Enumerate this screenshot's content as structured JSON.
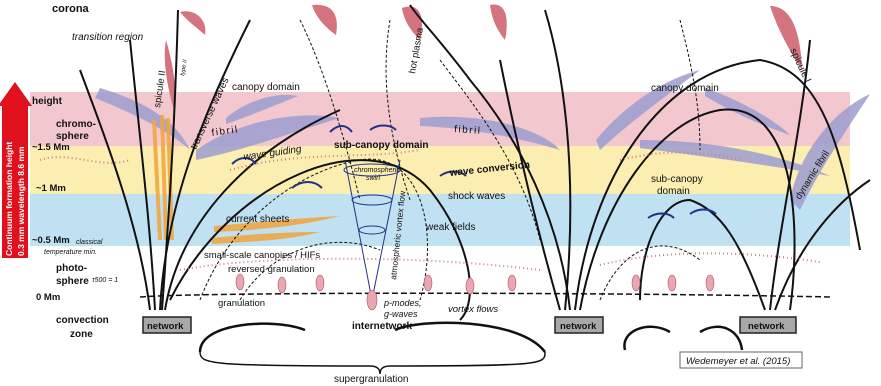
{
  "layers": {
    "corona": "corona",
    "transition_region": "transition region",
    "height": "height",
    "chromosphere_1": "chromo-",
    "chromosphere_2": "sphere",
    "photosphere_1": "photo-",
    "photosphere_2": "sphere",
    "convection_1": "convection",
    "convection_2": "zone"
  },
  "heights": {
    "h15": "~1.5 Mm",
    "h10": "~1 Mm",
    "h05": "~0.5 Mm",
    "h00": "0 Mm",
    "temp_min_1": "classical",
    "temp_min_2": "temperature min.",
    "tau500": "τ500 = 1"
  },
  "axis": {
    "line1": "Continuum formation height",
    "line2": "0.3 mm  wavelength  8.6 mm"
  },
  "structures": {
    "spicule2": "spicule II",
    "type2_note": "type II",
    "transverse_waves": "transverse waves",
    "canopy_domain_left": "canopy domain",
    "canopy_domain_right": "canopy domain",
    "hot_plasma": "hot plasma",
    "spicule1": "spicule I",
    "fibril_left": "fibril",
    "fibril_mid": "fibril",
    "dynamic_fibril": "dynamic fibril",
    "wave_guiding": "wave guiding",
    "sub_canopy_domain": "sub-canopy domain",
    "sub_canopy_right_1": "sub-canopy",
    "sub_canopy_right_2": "domain",
    "chromospheric_swirl_1": "chromospheric",
    "chromospheric_swirl_2": "swirl",
    "atmospheric_vortex_flow": "atmospheric vortex flow",
    "wave_conversion": "wave conversion",
    "shock_waves": "shock waves",
    "current_sheets": "current sheets",
    "weak_fields": "weak fields",
    "small_scale_canopies": "small-scale canopies / HIFs",
    "reversed_granulation": "reversed granulation",
    "granulation": "granulation",
    "p_modes_1": "p-modes,",
    "p_modes_2": "g-waves",
    "vortex_flows": "vortex flows",
    "internetwork": "internetwork",
    "supergranulation": "supergranulation"
  },
  "network_boxes": [
    "network",
    "network",
    "network"
  ],
  "credit": "Wedemeyer et al. (2015)",
  "colors": {
    "chromosphere_band": "#f2c8ce",
    "yellow_band": "#fbeeb0",
    "blue_band": "#bfe1f2",
    "spicule_red": "#d4747e",
    "fibril_purple": "#9d9dd0",
    "field_lines": "#111111",
    "shock_dotted": "#c97f8b",
    "wave_blue": "#22318a",
    "current_sheet_orange": "#efa845",
    "axis_arrow": "#e0101c",
    "network_box": "#a8a8a8",
    "vortex_red": "#c0392b"
  }
}
